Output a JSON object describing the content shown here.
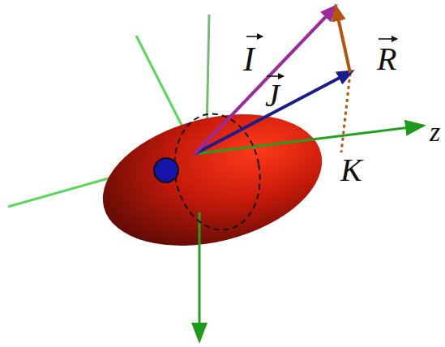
{
  "diagram": {
    "labels": [
      "I",
      "J",
      "R",
      "K",
      "z"
    ]
  }
}
